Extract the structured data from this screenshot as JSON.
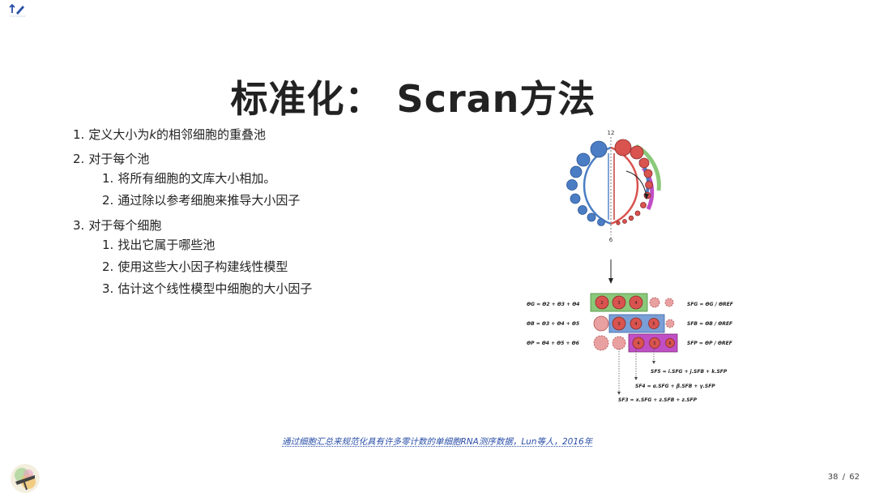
{
  "title": "标准化： Scran方法",
  "items": [
    {
      "num": "1.",
      "pre": "定义大小为",
      "k": "k",
      "post": "的相邻细胞的重叠池"
    },
    {
      "num": "2.",
      "text": "对于每个池"
    },
    {
      "num": "1.",
      "text": "将所有细胞的文库大小相加。"
    },
    {
      "num": "2.",
      "text": "通过除以参考细胞来推导大小因子"
    },
    {
      "num": "3.",
      "text": "对于每个细胞"
    },
    {
      "num": "1.",
      "text": "找出它属于哪些池"
    },
    {
      "num": "2.",
      "text": "使用这些大小因子构建线性模型"
    },
    {
      "num": "3.",
      "text": "估计这个线性模型中细胞的大小因子"
    }
  ],
  "figure": {
    "top_label": "12",
    "bottom_label": "6",
    "eq_left": [
      "ΘG = Θ2 + Θ3 + Θ4",
      "ΘB = Θ3 + Θ4 + Θ5",
      "ΘP = Θ4 + Θ5 + Θ6"
    ],
    "eq_right": [
      "SFG = ΘG / ΘREF",
      "SFB = ΘB / ΘREF",
      "SFP = ΘP / ΘREF"
    ],
    "cell_labels": [
      "2",
      "3",
      "4",
      "5",
      "6"
    ],
    "sf_eqs": [
      "SF5 = i.SFG + j.SFB + k.SFP",
      "SF4 = α.SFG + β.SFB + γ.SFP",
      "SF3 = x.SFG + z.SFB + z.SFP"
    ],
    "colors": {
      "blue": "#4a7dc4",
      "red": "#d9534f",
      "green": "#8bc97a",
      "purple": "#c14fc4",
      "pink": "#e8a0a0"
    }
  },
  "citation": "通过细胞汇总来规范化具有许多零计数的单细胞RNA测序数据，Lun等人，2016年",
  "pager": {
    "current": "38",
    "sep": "/",
    "total": "62"
  }
}
